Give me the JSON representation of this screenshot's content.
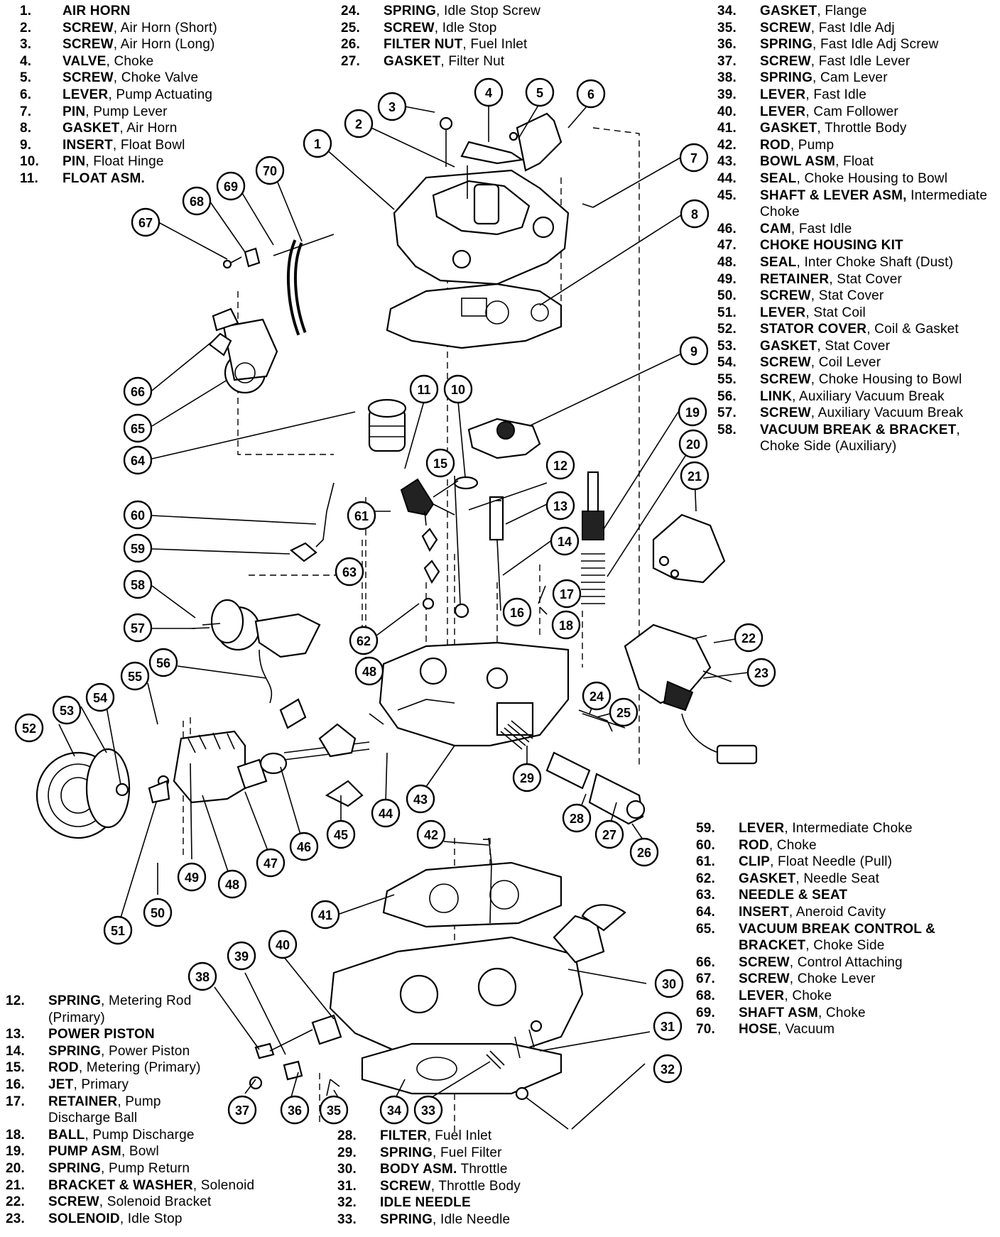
{
  "legend": [
    {
      "num": "1.",
      "name": "AIR HORN",
      "desc": ""
    },
    {
      "num": "2.",
      "name": "SCREW",
      "desc": ", Air Horn (Short)"
    },
    {
      "num": "3.",
      "name": "SCREW",
      "desc": ", Air Horn (Long)"
    },
    {
      "num": "4.",
      "name": "VALVE",
      "desc": ", Choke"
    },
    {
      "num": "5.",
      "name": "SCREW",
      "desc": ", Choke Valve"
    },
    {
      "num": "6.",
      "name": "LEVER",
      "desc": ", Pump Actuating"
    },
    {
      "num": "7.",
      "name": "PIN",
      "desc": ", Pump Lever"
    },
    {
      "num": "8.",
      "name": "GASKET",
      "desc": ", Air Horn"
    },
    {
      "num": "9.",
      "name": "INSERT",
      "desc": ", Float Bowl"
    },
    {
      "num": "10.",
      "name": "PIN",
      "desc": ", Float Hinge"
    },
    {
      "num": "11.",
      "name": "FLOAT ASM.",
      "desc": ""
    },
    {
      "num": "12.",
      "name": "SPRING",
      "desc": ", Metering Rod (Primary)"
    },
    {
      "num": "13.",
      "name": "POWER PISTON",
      "desc": ""
    },
    {
      "num": "14.",
      "name": "SPRING",
      "desc": ", Power Piston"
    },
    {
      "num": "15.",
      "name": "ROD",
      "desc": ", Metering (Primary)"
    },
    {
      "num": "16.",
      "name": "JET",
      "desc": ", Primary"
    },
    {
      "num": "17.",
      "name": "RETAINER",
      "desc": ", Pump Discharge Ball"
    },
    {
      "num": "18.",
      "name": "BALL",
      "desc": ", Pump Discharge"
    },
    {
      "num": "19.",
      "name": "PUMP ASM",
      "desc": ", Bowl"
    },
    {
      "num": "20.",
      "name": "SPRING",
      "desc": ", Pump Return"
    },
    {
      "num": "21.",
      "name": "BRACKET & WASHER",
      "desc": ", Solenoid"
    },
    {
      "num": "22.",
      "name": "SCREW",
      "desc": ", Solenoid Bracket"
    },
    {
      "num": "23.",
      "name": "SOLENOID",
      "desc": ", Idle Stop"
    },
    {
      "num": "24.",
      "name": "SPRING",
      "desc": ", Idle Stop Screw"
    },
    {
      "num": "25.",
      "name": "SCREW",
      "desc": ", Idle Stop"
    },
    {
      "num": "26.",
      "name": "FILTER NUT",
      "desc": ", Fuel Inlet"
    },
    {
      "num": "27.",
      "name": "GASKET",
      "desc": ", Filter Nut"
    },
    {
      "num": "28.",
      "name": "FILTER",
      "desc": ", Fuel Inlet"
    },
    {
      "num": "29.",
      "name": "SPRING",
      "desc": ", Fuel Filter"
    },
    {
      "num": "30.",
      "name": "BODY ASM.",
      "desc": " Throttle"
    },
    {
      "num": "31.",
      "name": "SCREW",
      "desc": ", Throttle Body"
    },
    {
      "num": "32.",
      "name": "IDLE NEEDLE",
      "desc": ""
    },
    {
      "num": "33.",
      "name": "SPRING",
      "desc": ", Idle Needle"
    },
    {
      "num": "34.",
      "name": "GASKET",
      "desc": ", Flange"
    },
    {
      "num": "35.",
      "name": "SCREW",
      "desc": ", Fast Idle Adj"
    },
    {
      "num": "36.",
      "name": "SPRING",
      "desc": ", Fast Idle Adj Screw"
    },
    {
      "num": "37.",
      "name": "SCREW",
      "desc": ", Fast Idle Lever"
    },
    {
      "num": "38.",
      "name": "SPRING",
      "desc": ", Cam Lever"
    },
    {
      "num": "39.",
      "name": "LEVER",
      "desc": ", Fast Idle"
    },
    {
      "num": "40.",
      "name": "LEVER",
      "desc": ", Cam Follower"
    },
    {
      "num": "41.",
      "name": "GASKET",
      "desc": ", Throttle Body"
    },
    {
      "num": "42.",
      "name": "ROD",
      "desc": ", Pump"
    },
    {
      "num": "43.",
      "name": "BOWL ASM",
      "desc": ", Float"
    },
    {
      "num": "44.",
      "name": "SEAL",
      "desc": ", Choke Housing to Bowl"
    },
    {
      "num": "45.",
      "name": "SHAFT & LEVER ASM,",
      "desc": " Intermediate Choke"
    },
    {
      "num": "46.",
      "name": "CAM",
      "desc": ", Fast Idle"
    },
    {
      "num": "47.",
      "name": "CHOKE HOUSING KIT",
      "desc": ""
    },
    {
      "num": "48.",
      "name": "SEAL",
      "desc": ", Inter Choke Shaft (Dust)"
    },
    {
      "num": "49.",
      "name": "RETAINER",
      "desc": ", Stat Cover"
    },
    {
      "num": "50.",
      "name": "SCREW",
      "desc": ", Stat Cover"
    },
    {
      "num": "51.",
      "name": "LEVER",
      "desc": ", Stat Coil"
    },
    {
      "num": "52.",
      "name": "STATOR COVER",
      "desc": ", Coil & Gasket"
    },
    {
      "num": "53.",
      "name": "GASKET",
      "desc": ", Stat Cover"
    },
    {
      "num": "54.",
      "name": "SCREW",
      "desc": ", Coil Lever"
    },
    {
      "num": "55.",
      "name": "SCREW",
      "desc": ", Choke Housing to Bowl"
    },
    {
      "num": "56.",
      "name": "LINK",
      "desc": ", Auxiliary Vacuum Break"
    },
    {
      "num": "57.",
      "name": "SCREW",
      "desc": ", Auxiliary Vacuum Break"
    },
    {
      "num": "58.",
      "name": "VACUUM BREAK & BRACKET",
      "desc": ", Choke Side (Auxiliary)"
    },
    {
      "num": "59.",
      "name": "LEVER",
      "desc": ", Intermediate Choke"
    },
    {
      "num": "60.",
      "name": "ROD",
      "desc": ", Choke"
    },
    {
      "num": "61.",
      "name": "CLIP",
      "desc": ", Float Needle (Pull)"
    },
    {
      "num": "62.",
      "name": "GASKET",
      "desc": ", Needle Seat"
    },
    {
      "num": "63.",
      "name": "NEEDLE & SEAT",
      "desc": ""
    },
    {
      "num": "64.",
      "name": "INSERT",
      "desc": ", Aneroid Cavity"
    },
    {
      "num": "65.",
      "name": "VACUUM BREAK CONTROL & BRACKET",
      "desc": ", Choke Side"
    },
    {
      "num": "66.",
      "name": "SCREW",
      "desc": ", Control Attaching"
    },
    {
      "num": "67.",
      "name": "SCREW",
      "desc": ", Choke Lever"
    },
    {
      "num": "68.",
      "name": "LEVER",
      "desc": ", Choke"
    },
    {
      "num": "69.",
      "name": "SHAFT ASM",
      "desc": ", Choke"
    },
    {
      "num": "70.",
      "name": "HOSE",
      "desc": ", Vacuum"
    }
  ],
  "callouts": [
    "1",
    "2",
    "3",
    "4",
    "5",
    "6",
    "7",
    "8",
    "9",
    "10",
    "11",
    "12",
    "13",
    "14",
    "15",
    "16",
    "17",
    "18",
    "19",
    "20",
    "21",
    "22",
    "23",
    "24",
    "25",
    "26",
    "27",
    "28",
    "29",
    "30",
    "31",
    "32",
    "33",
    "34",
    "35",
    "36",
    "37",
    "38",
    "39",
    "40",
    "41",
    "42",
    "43",
    "44",
    "45",
    "46",
    "47",
    "48",
    "48",
    "49",
    "50",
    "51",
    "52",
    "53",
    "54",
    "55",
    "56",
    "57",
    "58",
    "59",
    "60",
    "61",
    "62",
    "63",
    "64",
    "65",
    "66",
    "67",
    "68",
    "69",
    "70"
  ]
}
